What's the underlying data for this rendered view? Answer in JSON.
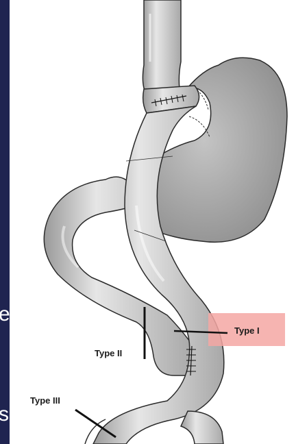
{
  "slide_edge_chars": [
    "e",
    "s"
  ],
  "labels": {
    "type_i": "Type I",
    "type_ii": "Type II",
    "type_iii": "Type III"
  },
  "colors": {
    "background": "#1f2450",
    "highlight": "#f4a7a3",
    "organ_fill": "#c9c9c9",
    "stomach_fill": "#a9a9a9",
    "outline": "#2a2a2a"
  }
}
